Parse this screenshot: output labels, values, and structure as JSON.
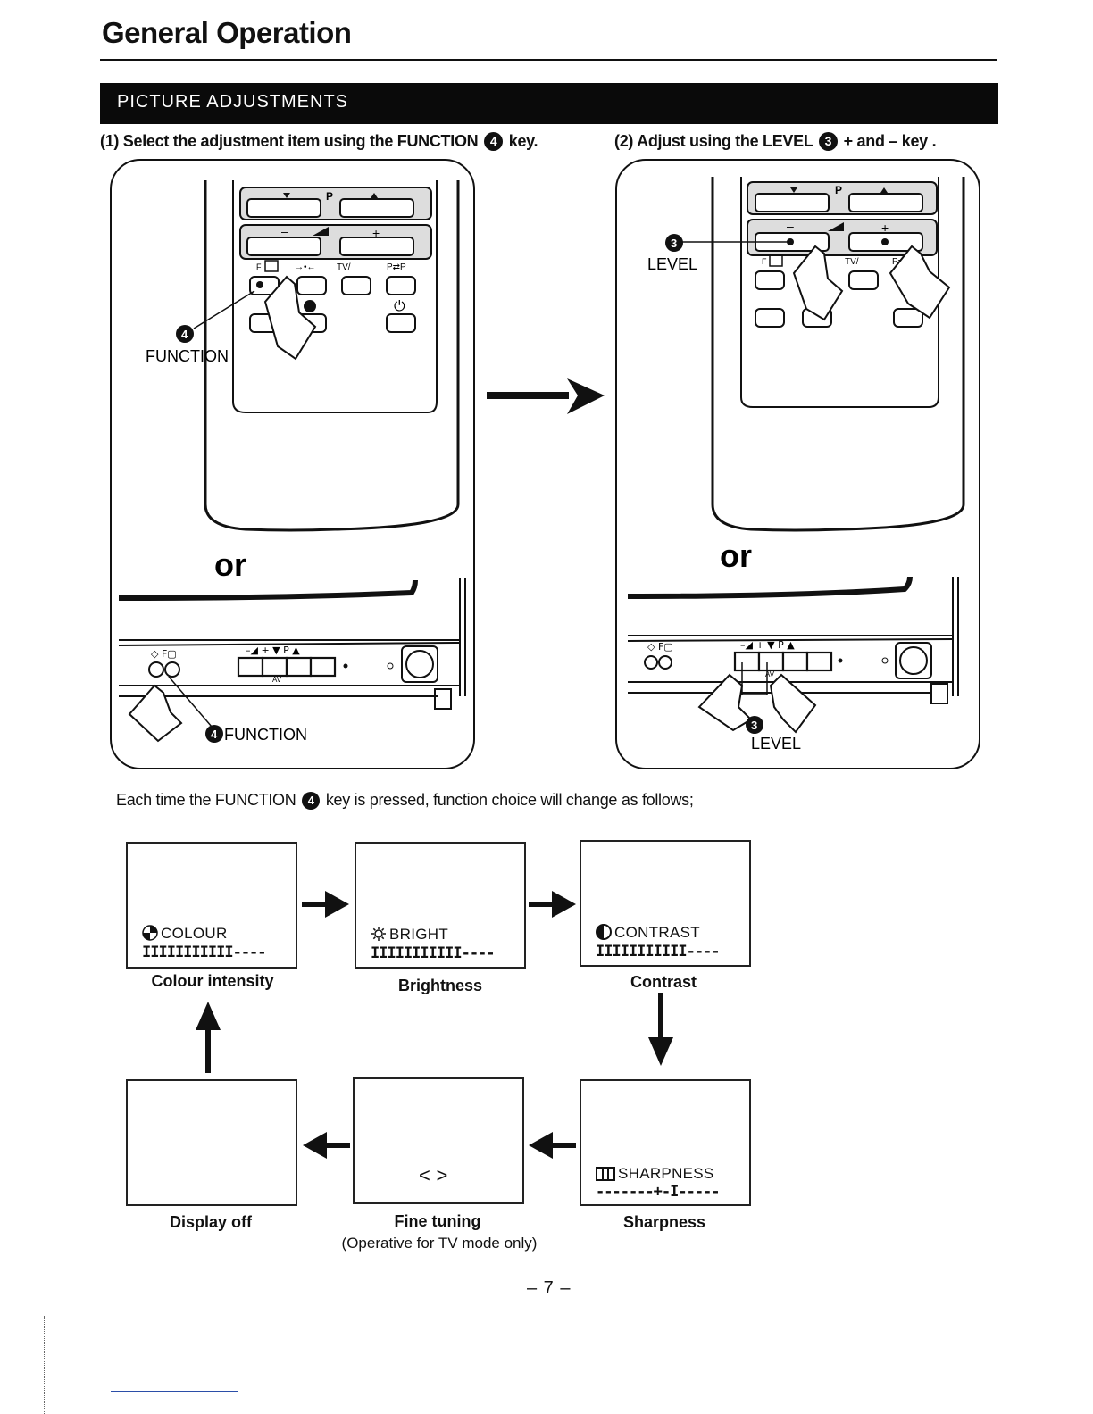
{
  "header": {
    "title": "General Operation"
  },
  "section": {
    "title": "PICTURE ADJUSTMENTS"
  },
  "steps": {
    "step1": {
      "prefix": "(1) Select the adjustment item using the FUNCTION",
      "num": "4",
      "suffix": "key."
    },
    "step2": {
      "prefix": "(2) Adjust using the LEVEL",
      "num": "3",
      "suffix": "+ and  – key ."
    }
  },
  "panel_left": {
    "remote_callout_num": "4",
    "remote_callout_text": "FUNCTION",
    "or_text": "or",
    "tv_callout_num": "4",
    "tv_callout_text": "FUNCTION",
    "remote_keys": {
      "p": "P",
      "level_minus": "–",
      "level_plus": "+",
      "f_key": "F",
      "tv_key": "TV/",
      "pp_key": "P⇄P"
    },
    "tv_keys": "–◢ +   ▼ P ▲",
    "av_label": "AV"
  },
  "panel_right": {
    "remote_callout_num": "3",
    "remote_callout_text": "LEVEL",
    "or_text": "or",
    "tv_callout_num": "3",
    "tv_callout_text": "LEVEL",
    "remote_keys": {
      "p": "P",
      "level_minus": "–",
      "level_plus": "+",
      "f_key": "F",
      "tv_key": "TV/",
      "pp_key": "P⇄"
    },
    "tv_keys": "–◢ +   ▼ P ▲",
    "av_label": "AV"
  },
  "cycle": {
    "caption_prefix": "Each time the FUNCTION",
    "caption_num": "4",
    "caption_suffix": "key is pressed, function choice will change as follows;",
    "colour": {
      "osd": "COLOUR",
      "bar": "IIIIIIIIIII----",
      "label": "Colour intensity"
    },
    "bright": {
      "osd": "BRIGHT",
      "bar": "IIIIIIIIIII----",
      "label": "Brightness"
    },
    "contrast": {
      "osd": "CONTRAST",
      "bar": "IIIIIIIIIII----",
      "label": "Contrast"
    },
    "sharpness": {
      "osd": "SHARPNESS",
      "bar": "-------+-I-----",
      "label": "Sharpness"
    },
    "fine": {
      "osd": "< >",
      "label": "Fine tuning",
      "sub": "(Operative for TV mode only)"
    },
    "display_off": {
      "label": "Display off"
    }
  },
  "footer": {
    "page_number": "– 7 –"
  }
}
